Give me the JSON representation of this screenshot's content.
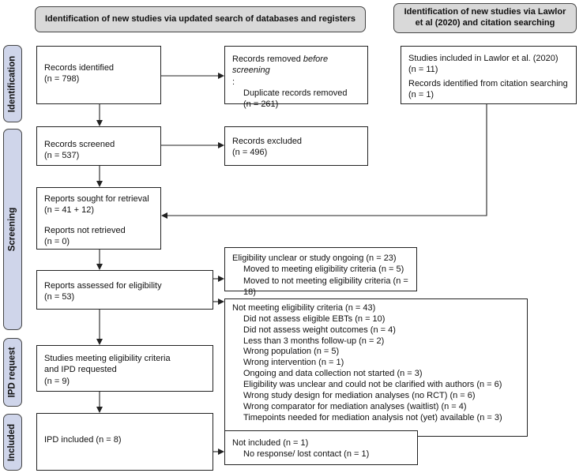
{
  "headers": {
    "left": "Identification of new studies via updated search of databases and registers",
    "right": "Identification of new studies via Lawlor et al (2020) and citation searching"
  },
  "phases": {
    "identification": "Identification",
    "screening": "Screening",
    "ipd_request": "IPD request",
    "included": "Included"
  },
  "boxes": {
    "records_identified": {
      "line1": "Records identified",
      "line2": "(n = 798)"
    },
    "records_removed": {
      "line1_prefix": "Records removed ",
      "line1_italic": "before screening",
      "line1_suffix": ":",
      "line2": "Duplicate records removed",
      "line3": "(n = 261)"
    },
    "lawlor": {
      "line1": "Studies included in Lawlor et al. (2020)",
      "line2": "(n = 11)",
      "line3": "Records identified from citation searching",
      "line4": "(n = 1)"
    },
    "records_screened": {
      "line1": "Records screened",
      "line2": "(n = 537)"
    },
    "records_excluded": {
      "line1": "Records excluded",
      "line2": "(n = 496)"
    },
    "reports_sought": {
      "line1": "Reports sought for retrieval",
      "line2": "(n = 41 + 12)",
      "line3": "Reports not retrieved",
      "line4": "(n = 0)"
    },
    "eligibility_unclear": {
      "line1": "Eligibility unclear or study ongoing (n = 23)",
      "line2": "Moved to meeting eligibility criteria (n = 5)",
      "line3": "Moved to not meeting eligibility criteria (n = 18)"
    },
    "reports_assessed": {
      "line1": "Reports assessed for eligibility",
      "line2": "(n = 53)"
    },
    "not_meeting": {
      "title": "Not meeting eligibility criteria (n = 43)",
      "items": [
        "Did not assess eligible EBTs (n = 10)",
        "Did not assess weight outcomes (n = 4)",
        "Less than 3 months follow-up (n = 2)",
        "Wrong population (n = 5)",
        "Wrong intervention (n = 1)",
        "Ongoing and data collection not started (n = 3)",
        "Eligibility was unclear and could not be clarified with authors (n = 6)",
        "Wrong study design for mediation analyses (no RCT) (n = 6)",
        "Wrong comparator for mediation analyses (waitlist) (n = 4)",
        "Timepoints needed for mediation analysis not (yet) available (n = 3)"
      ]
    },
    "studies_meeting": {
      "line1": "Studies meeting eligibility criteria",
      "line2": "and IPD requested",
      "line3": "(n = 9)"
    },
    "ipd_included": {
      "line1": "IPD included (n = 8)"
    },
    "not_included": {
      "line1": "Not included (n = 1)",
      "line2": "No response/ lost contact (n = 1)"
    }
  }
}
